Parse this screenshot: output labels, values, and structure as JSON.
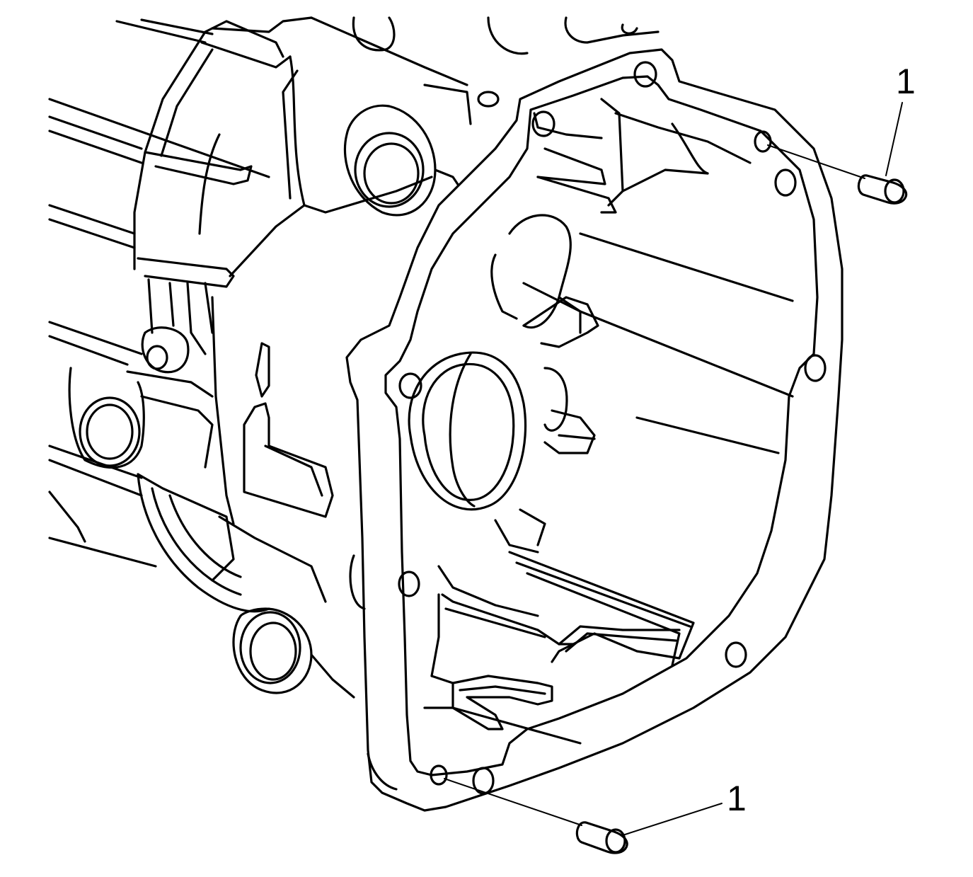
{
  "diagram": {
    "callouts": [
      {
        "id": "dowel-pin-upper",
        "label": "1"
      },
      {
        "id": "dowel-pin-lower",
        "label": "1"
      }
    ],
    "colors": {
      "line": "#000000",
      "background": "#ffffff"
    }
  }
}
